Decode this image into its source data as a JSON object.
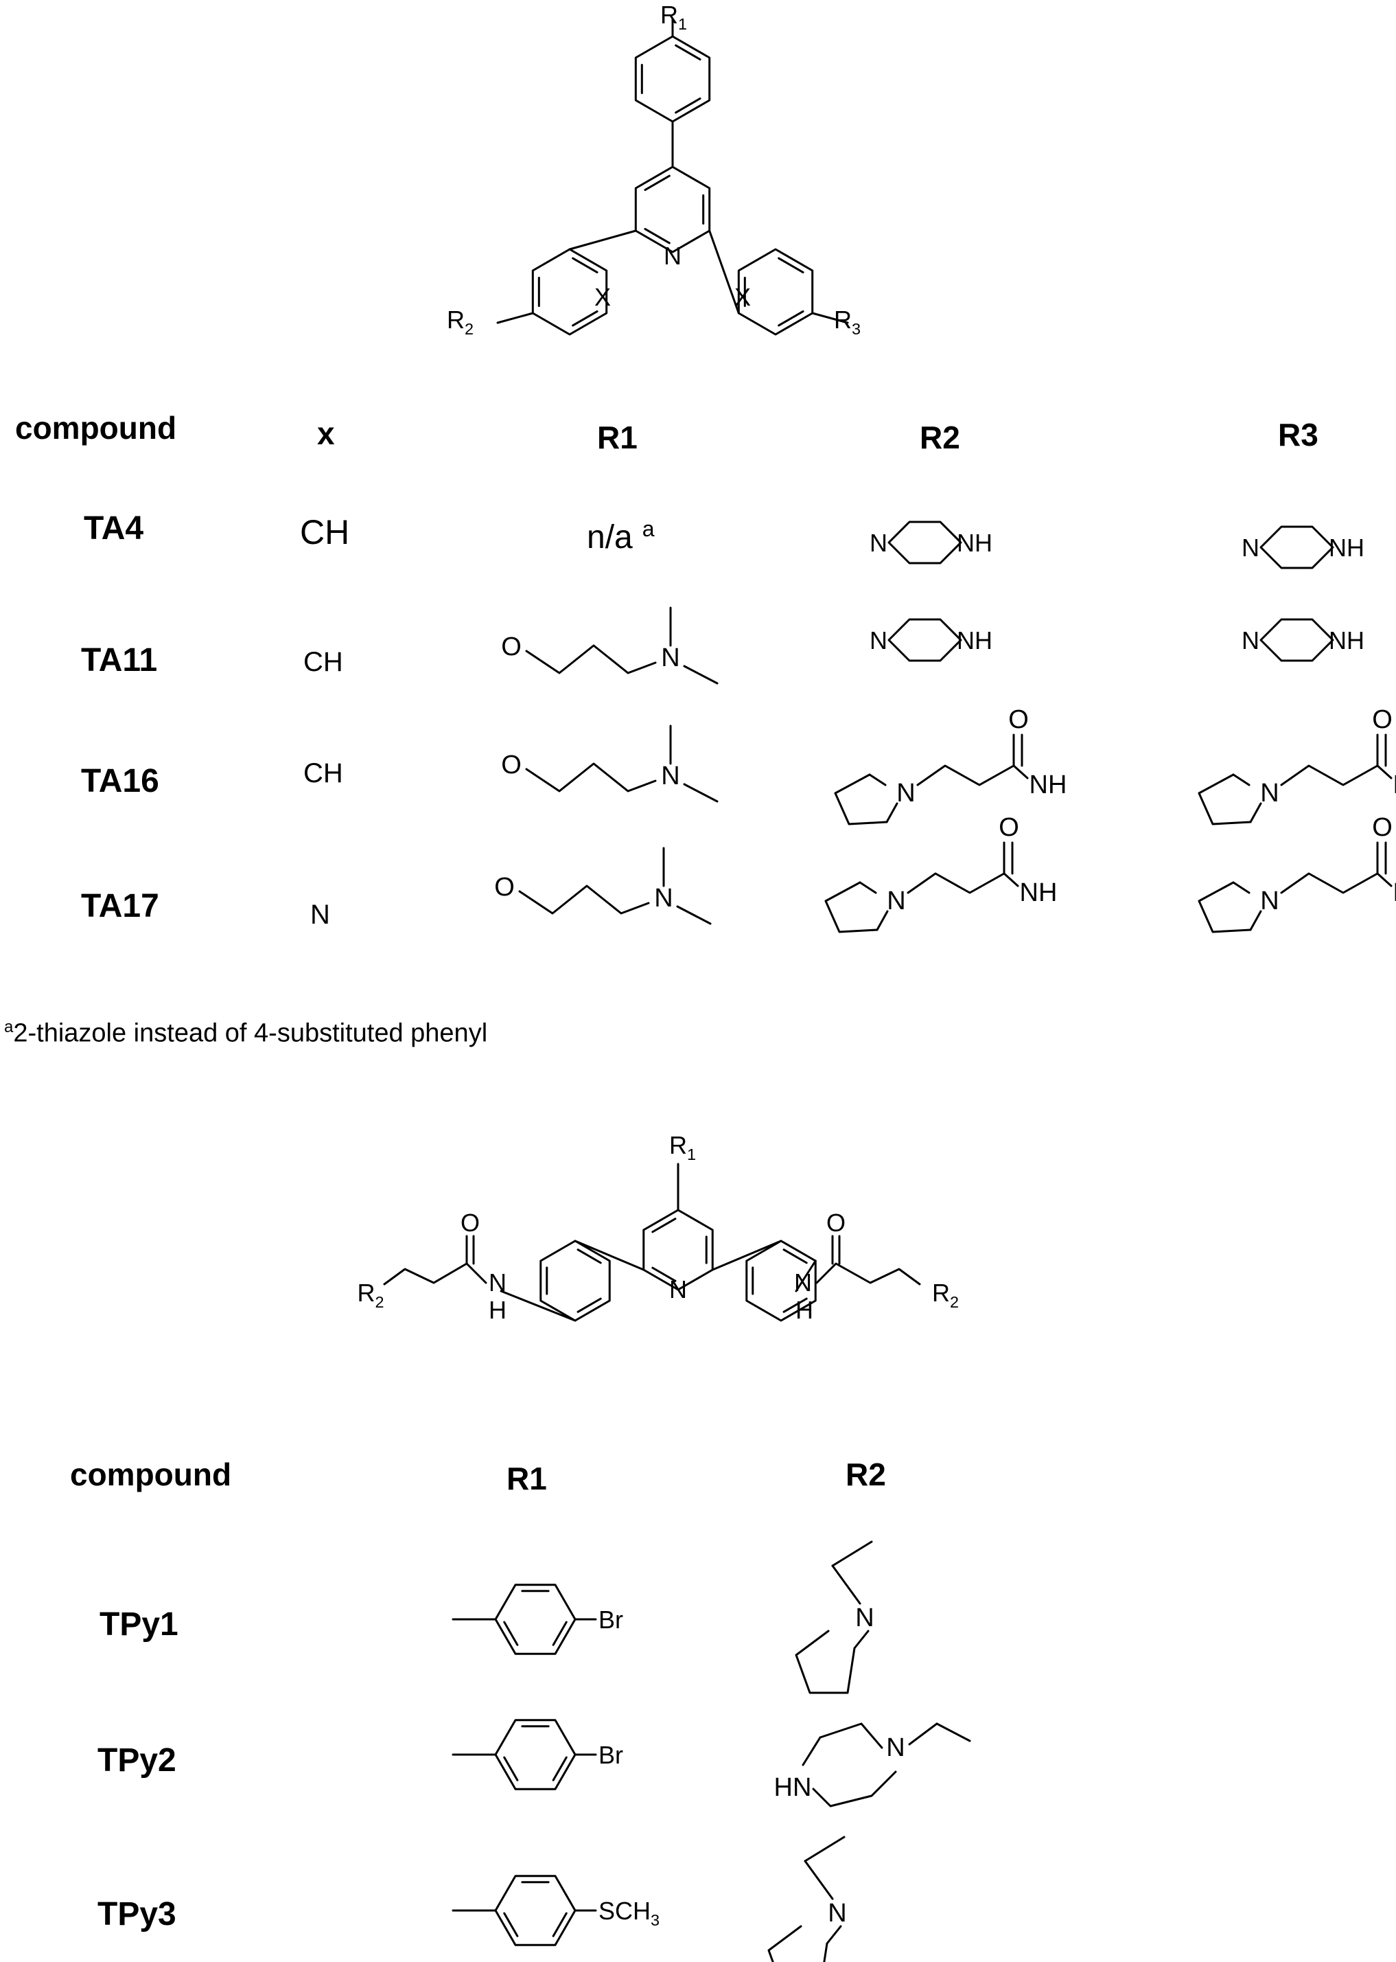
{
  "scaffold_1": {
    "atoms": {
      "r1": "R",
      "r1_sub": "1",
      "r2": "R",
      "r2_sub": "2",
      "r3": "R",
      "r3_sub": "3",
      "n": "N",
      "x_left": "X",
      "x_right": "X"
    }
  },
  "table_1": {
    "headers": {
      "compound": "compound",
      "x": "x",
      "r1": "R1",
      "r2": "R2",
      "r3": "R3"
    },
    "rows": [
      {
        "compound": "TA4",
        "x": "CH",
        "r1": "n/a",
        "r1_sup": "a"
      },
      {
        "compound": "TA11",
        "x": "CH"
      },
      {
        "compound": "TA16",
        "x": "CH"
      },
      {
        "compound": "TA17",
        "x": "N"
      }
    ],
    "atoms": {
      "n": "N",
      "nh": "NH",
      "o": "O",
      "hn": "HN"
    }
  },
  "footnote": {
    "mark": "a",
    "text": "2-thiazole instead of 4-substituted phenyl"
  },
  "scaffold_2": {
    "atoms": {
      "r1": "R",
      "r1_sub": "1",
      "r2_left": "R",
      "r2_left_sub": "2",
      "r2_right": "R",
      "r2_right_sub": "2",
      "n": "N",
      "o": "O",
      "nh_n": "N",
      "nh_h": "H"
    }
  },
  "table_2": {
    "headers": {
      "compound": "compound",
      "r1": "R1",
      "r2": "R2"
    },
    "rows": [
      {
        "compound": "TPy1"
      },
      {
        "compound": "TPy2"
      },
      {
        "compound": "TPy3"
      }
    ],
    "atoms": {
      "br": "Br",
      "s": "SCH",
      "s_sub": "3",
      "n": "N",
      "hn": "HN"
    }
  }
}
